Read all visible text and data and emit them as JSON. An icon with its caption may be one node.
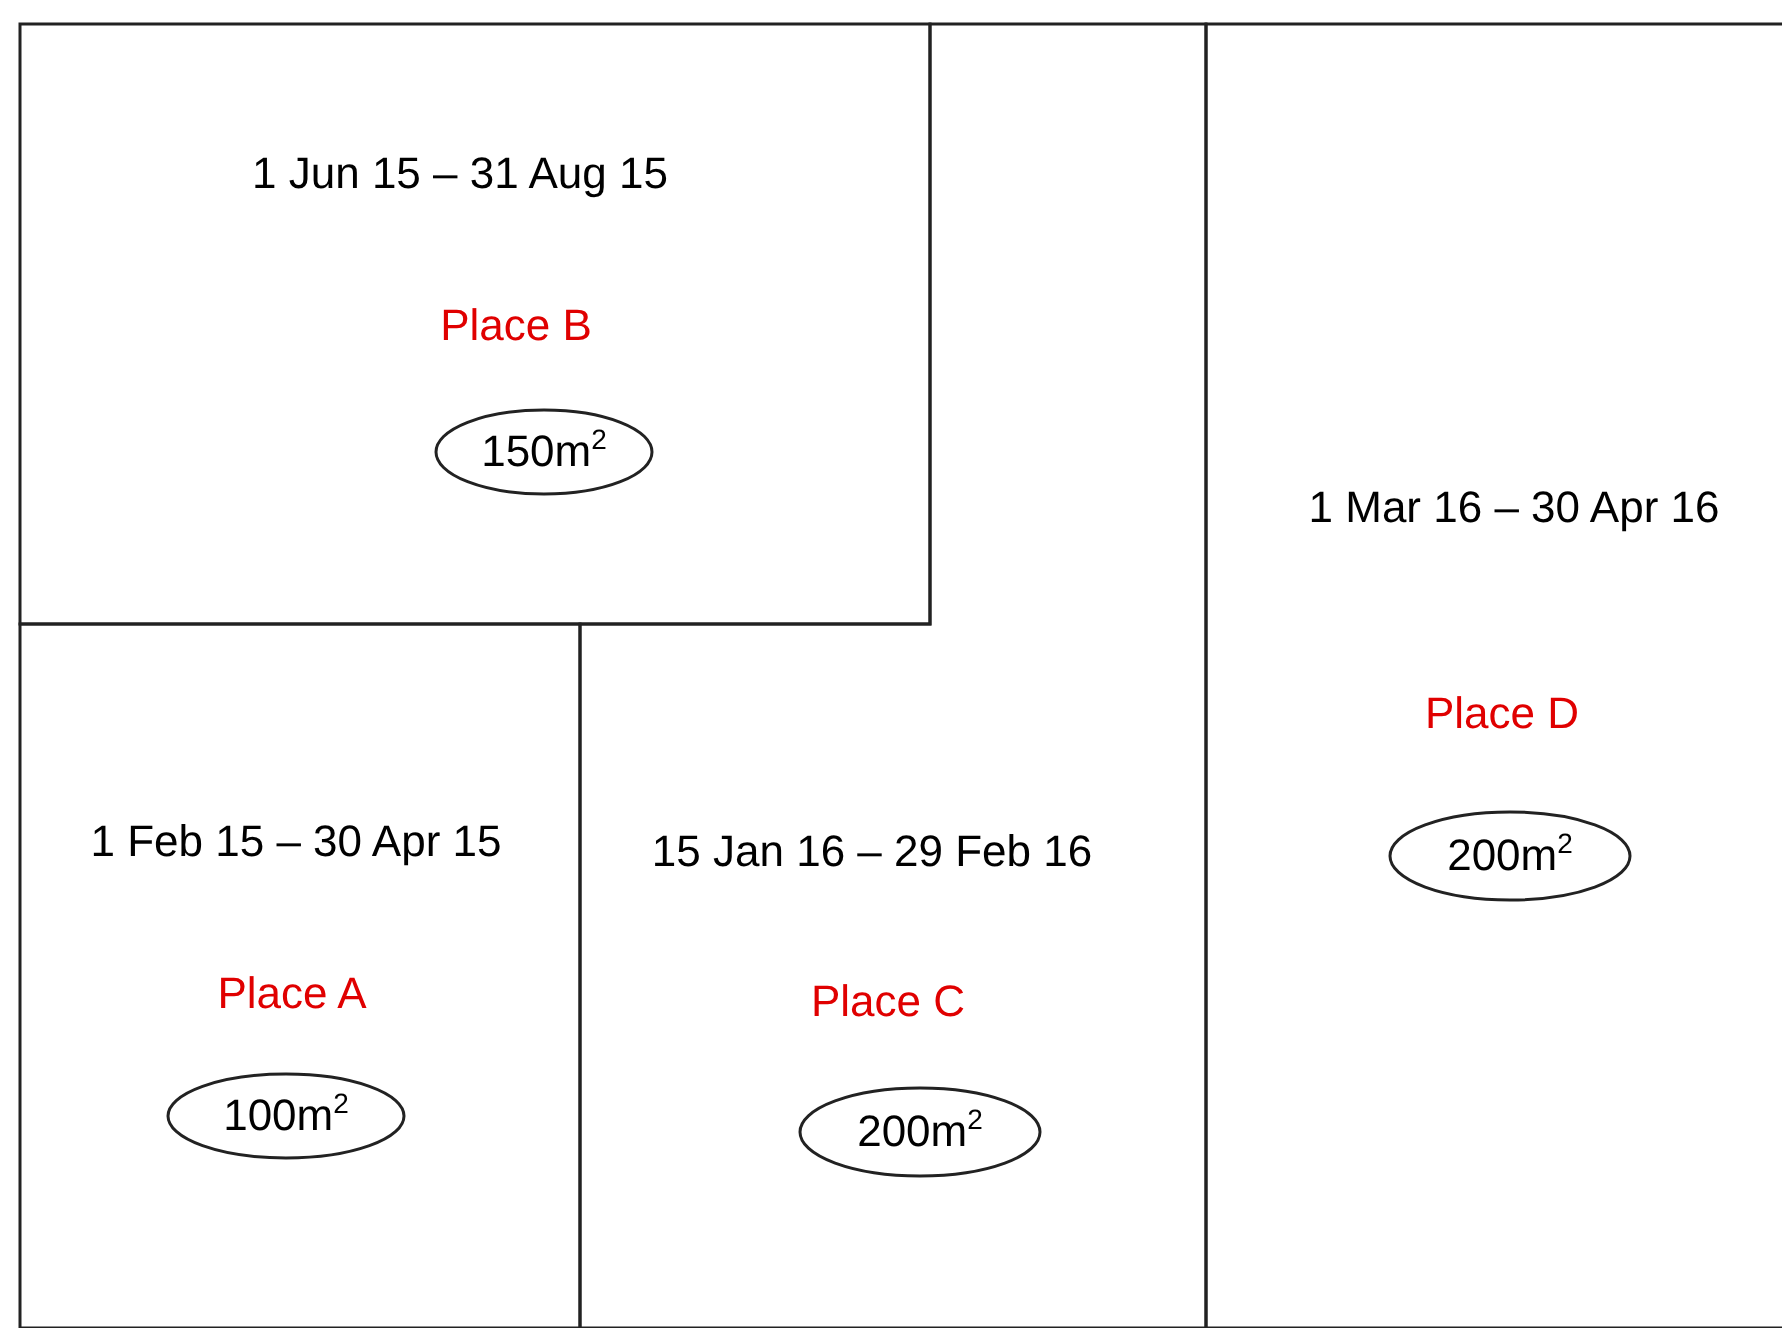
{
  "diagram": {
    "nodes": [
      {
        "text": [
          "1 Jun 15 – 31 Aug 15",
          "Place B"
        ]
      },
      {
        "text": [
          "150m$^{2}$"
        ],
        "in": 0
      },
      {
        "text": [
          "1 Mar 16 – 30 Apr 16",
          "Place D"
        ]
      },
      {
        "text": [
          "200m$^{2}$"
        ],
        "in": 2
      },
      {
        "text": [
          "1 Feb 15 – 30 Apr 15",
          "Place A"
        ]
      },
      {
        "text": [
          "100m$^{2}$"
        ],
        "in": 4
      },
      {
        "text": [
          "15 Jan 16 – 29 Feb 16",
          "Place C"
        ]
      },
      {
        "text": [
          "200m$^{2}$"
        ],
        "in": 6
      }
    ]
  }
}
